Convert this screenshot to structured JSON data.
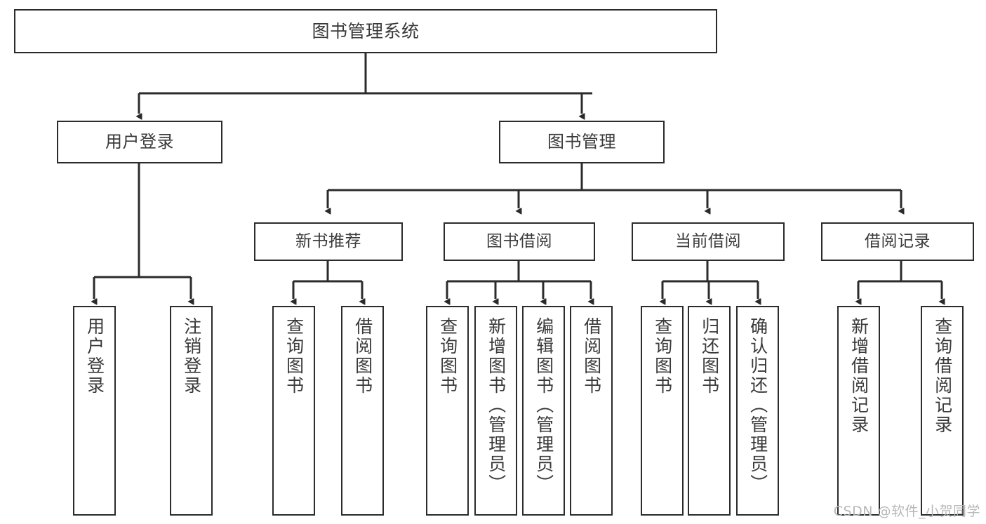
{
  "diagram": {
    "title": "图书管理系统",
    "type": "tree-hierarchy-chart",
    "watermark": "CSDN @软件_小贺同学",
    "colors": {
      "box_border": "#2b2b2b",
      "box_fill": "#ffffff",
      "text": "#3a3a3a",
      "edge": "#2b2b2b",
      "watermark": "#b8b8b8",
      "background": "#ffffff"
    },
    "root": {
      "id": "root",
      "label": "图书管理系统"
    },
    "level2": [
      {
        "id": "user-login",
        "label": "用户登录"
      },
      {
        "id": "book-management",
        "label": "图书管理"
      }
    ],
    "level3": [
      {
        "id": "new-book-recommend",
        "label": "新书推荐",
        "parent": "book-management"
      },
      {
        "id": "book-borrow",
        "label": "图书借阅",
        "parent": "book-management"
      },
      {
        "id": "current-borrow",
        "label": "当前借阅",
        "parent": "book-management"
      },
      {
        "id": "borrow-record",
        "label": "借阅记录",
        "parent": "book-management"
      }
    ],
    "leaves": [
      {
        "id": "leaf-user-login",
        "label": "用户登录",
        "parent": "user-login"
      },
      {
        "id": "leaf-logout-login",
        "label": "注销登录",
        "parent": "user-login"
      },
      {
        "id": "leaf-query-book-1",
        "label": "查询图书",
        "parent": "new-book-recommend"
      },
      {
        "id": "leaf-borrow-book-1",
        "label": "借阅图书",
        "parent": "new-book-recommend"
      },
      {
        "id": "leaf-query-book-2",
        "label": "查询图书",
        "parent": "book-borrow"
      },
      {
        "id": "leaf-add-book",
        "label": "新增图书（管理员）",
        "parent": "book-borrow"
      },
      {
        "id": "leaf-edit-book",
        "label": "编辑图书（管理员）",
        "parent": "book-borrow"
      },
      {
        "id": "leaf-borrow-book-2",
        "label": "借阅图书",
        "parent": "book-borrow"
      },
      {
        "id": "leaf-query-book-3",
        "label": "查询图书",
        "parent": "current-borrow"
      },
      {
        "id": "leaf-return-book",
        "label": "归还图书",
        "parent": "current-borrow"
      },
      {
        "id": "leaf-confirm-return",
        "label": "确认归还（管理员）",
        "parent": "current-borrow"
      },
      {
        "id": "leaf-add-record",
        "label": "新增借阅记录",
        "parent": "borrow-record"
      },
      {
        "id": "leaf-query-record",
        "label": "查询借阅记录",
        "parent": "borrow-record"
      }
    ]
  }
}
